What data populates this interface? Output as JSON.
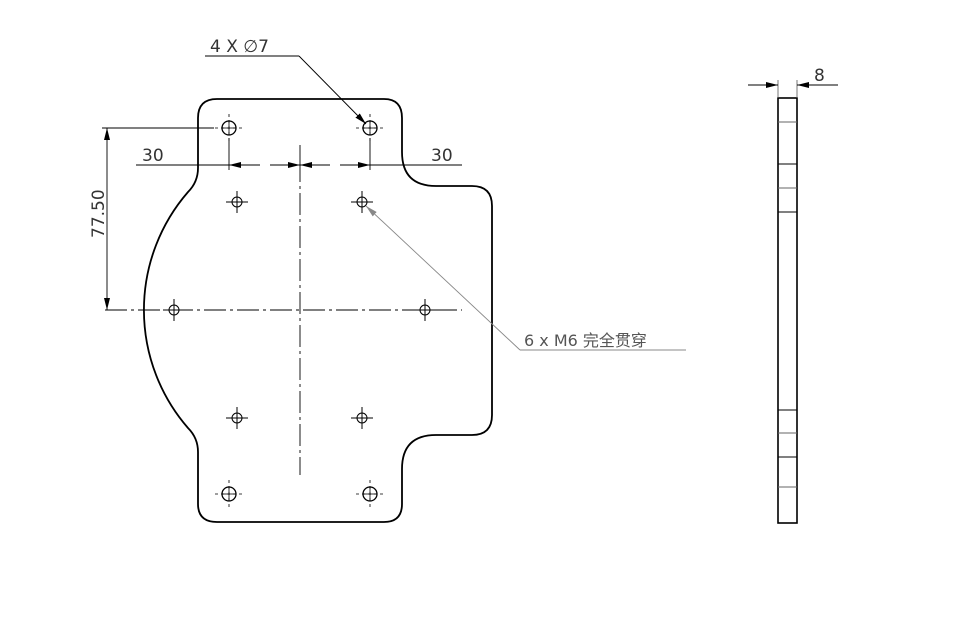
{
  "drawing": {
    "hole_callout": "4 X ∅7",
    "dim_left_30": "30",
    "dim_right_30": "30",
    "dim_vertical": "77.50",
    "thread_callout": "6 x M6 完全贯穿",
    "thickness_dim": "8"
  }
}
